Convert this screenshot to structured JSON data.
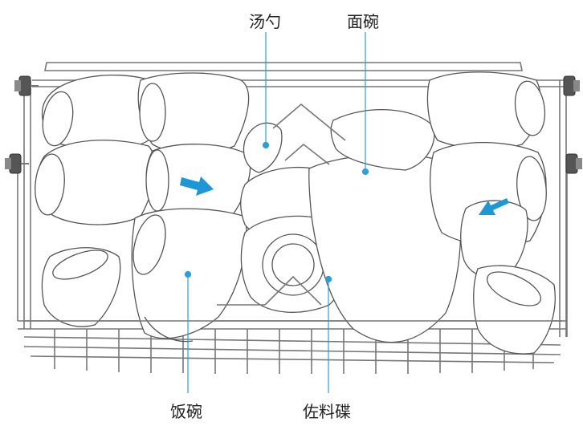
{
  "labels": {
    "spoon": "汤勺",
    "noodle_bowl": "面碗",
    "rice_bowl": "饭碗",
    "side_dish_plate": "佐料碟"
  },
  "colors": {
    "callout": "#2b9fd8",
    "arrow": "#1e97d6",
    "wire": "#777777",
    "dish_fill": "#ffffff",
    "dish_stroke": "#555555",
    "knob": "#666666"
  },
  "icons": {
    "left_arrow": "arrow-right-icon",
    "right_arrow": "arrow-down-left-icon"
  }
}
